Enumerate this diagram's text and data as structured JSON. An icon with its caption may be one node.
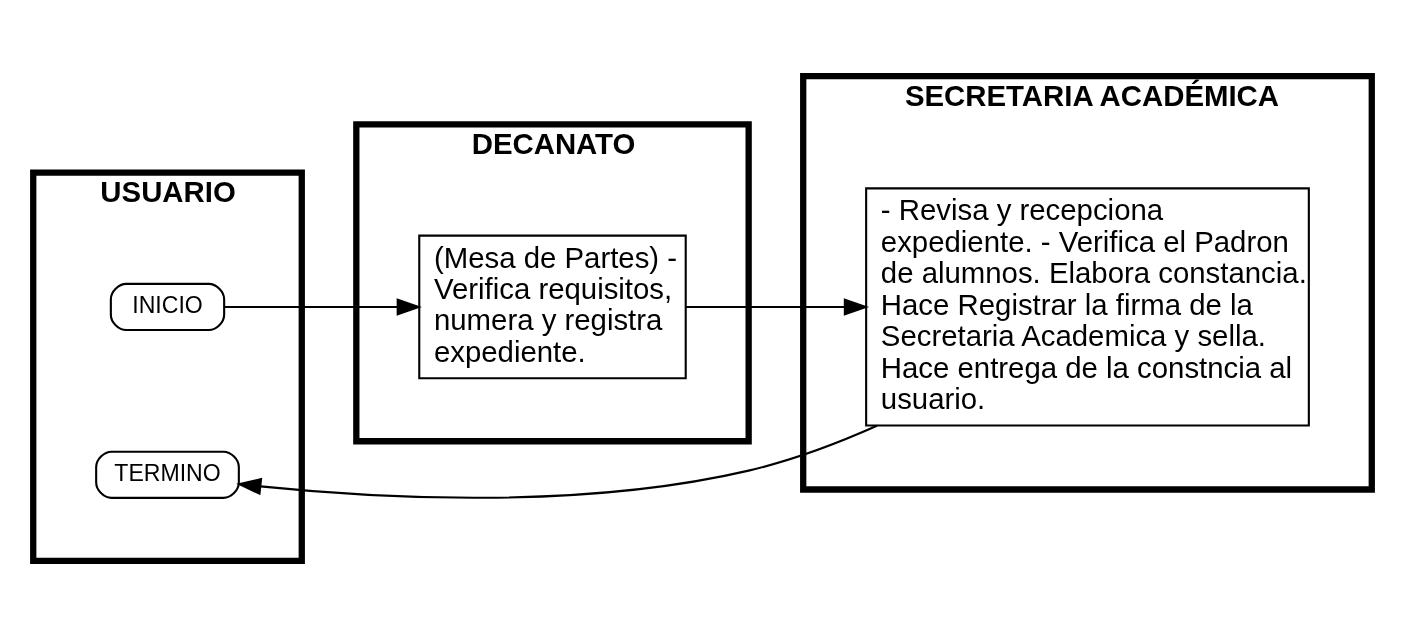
{
  "diagram": {
    "nodes": [
      {
        "text": [
          "USUARIO"
        ]
      },
      {
        "text": [
          "DECANATO"
        ]
      },
      {
        "text": [
          "SECRETARIA ACADÉMICA"
        ]
      },
      {
        "text": [
          "INICIO"
        ],
        "in": 0
      },
      {
        "text": [
          "TERMINO"
        ],
        "in": 0
      },
      {
        "text": [
          "(Mesa de Partes) - Verifica requisitos, numera y registra expediente."
        ],
        "in": 1
      },
      {
        "text": [
          "- Revisa y recepciona expediente. - Verifica el Padron de alumnos. Elabora constancia. Hace Registrar la firma de la Secretaria Academica y sella. Hace entrega de la constncia al usuario."
        ],
        "in": 2
      }
    ],
    "edges": [
      {
        "from": 3,
        "to": 5,
        "arrow": "to"
      },
      {
        "from": 5,
        "to": 6,
        "arrow": "to"
      },
      {
        "from": 6,
        "to": 4,
        "arrow": "to"
      }
    ]
  }
}
